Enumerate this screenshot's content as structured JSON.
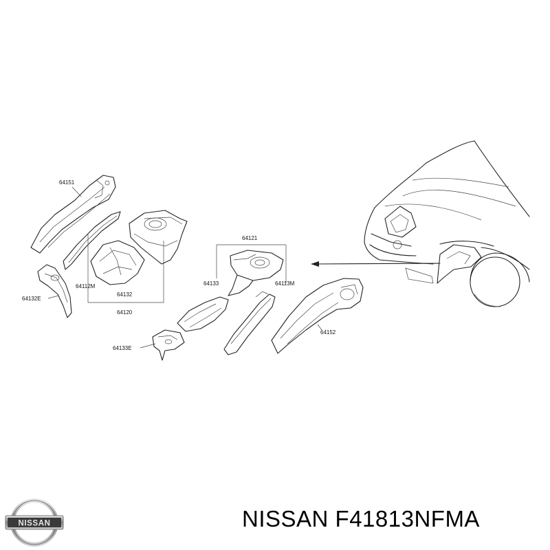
{
  "labels": {
    "l64151": "64151",
    "l64132e": "64132E",
    "l64112m": "64112M",
    "l64132": "64132",
    "l64120": "64120",
    "l64121": "64121",
    "l64133": "64133",
    "l64113m": "64113M",
    "l64152": "64152",
    "l64133e": "64133E"
  },
  "brand": {
    "logo_text": "NISSAN",
    "part_number": "NISSAN F41813NFMA"
  },
  "colors": {
    "line": "#222222",
    "background": "#ffffff"
  }
}
